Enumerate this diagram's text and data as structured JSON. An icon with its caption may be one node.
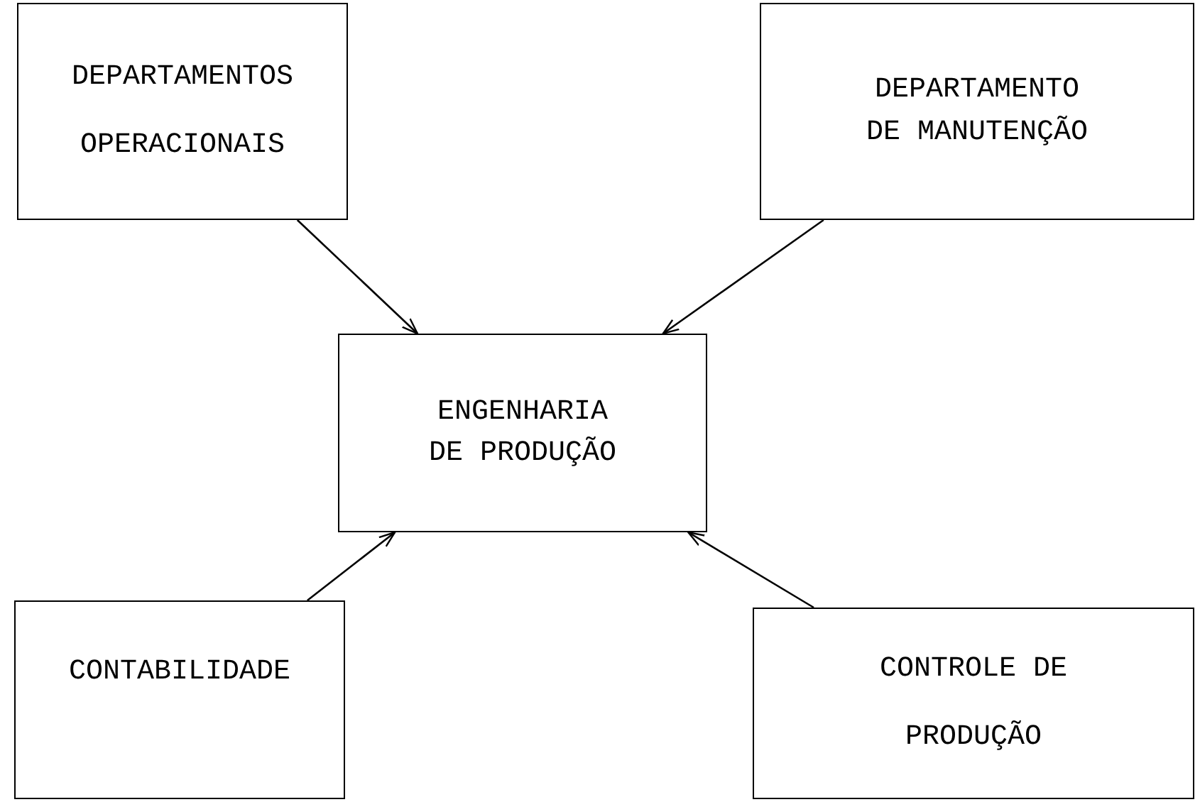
{
  "diagram": {
    "nodes": [
      {
        "text": [
          "DEPARTAMENTOS OPERACIONAIS"
        ]
      },
      {
        "text": [
          "DEPARTAMENTO DE MANUTENÇÃO"
        ]
      },
      {
        "text": [
          "ENGENHARIA DE PRODUÇÃO"
        ]
      },
      {
        "text": [
          "CONTABILIDADE"
        ]
      },
      {
        "text": [
          "CONTROLE DE PRODUÇÃO"
        ]
      }
    ],
    "edges": [
      {
        "from": 0,
        "to": 2,
        "arrow": "to"
      },
      {
        "from": 1,
        "to": 2,
        "arrow": "to"
      },
      {
        "from": 3,
        "to": 2,
        "arrow": "to"
      },
      {
        "from": 4,
        "to": 2,
        "arrow": "to"
      }
    ]
  }
}
